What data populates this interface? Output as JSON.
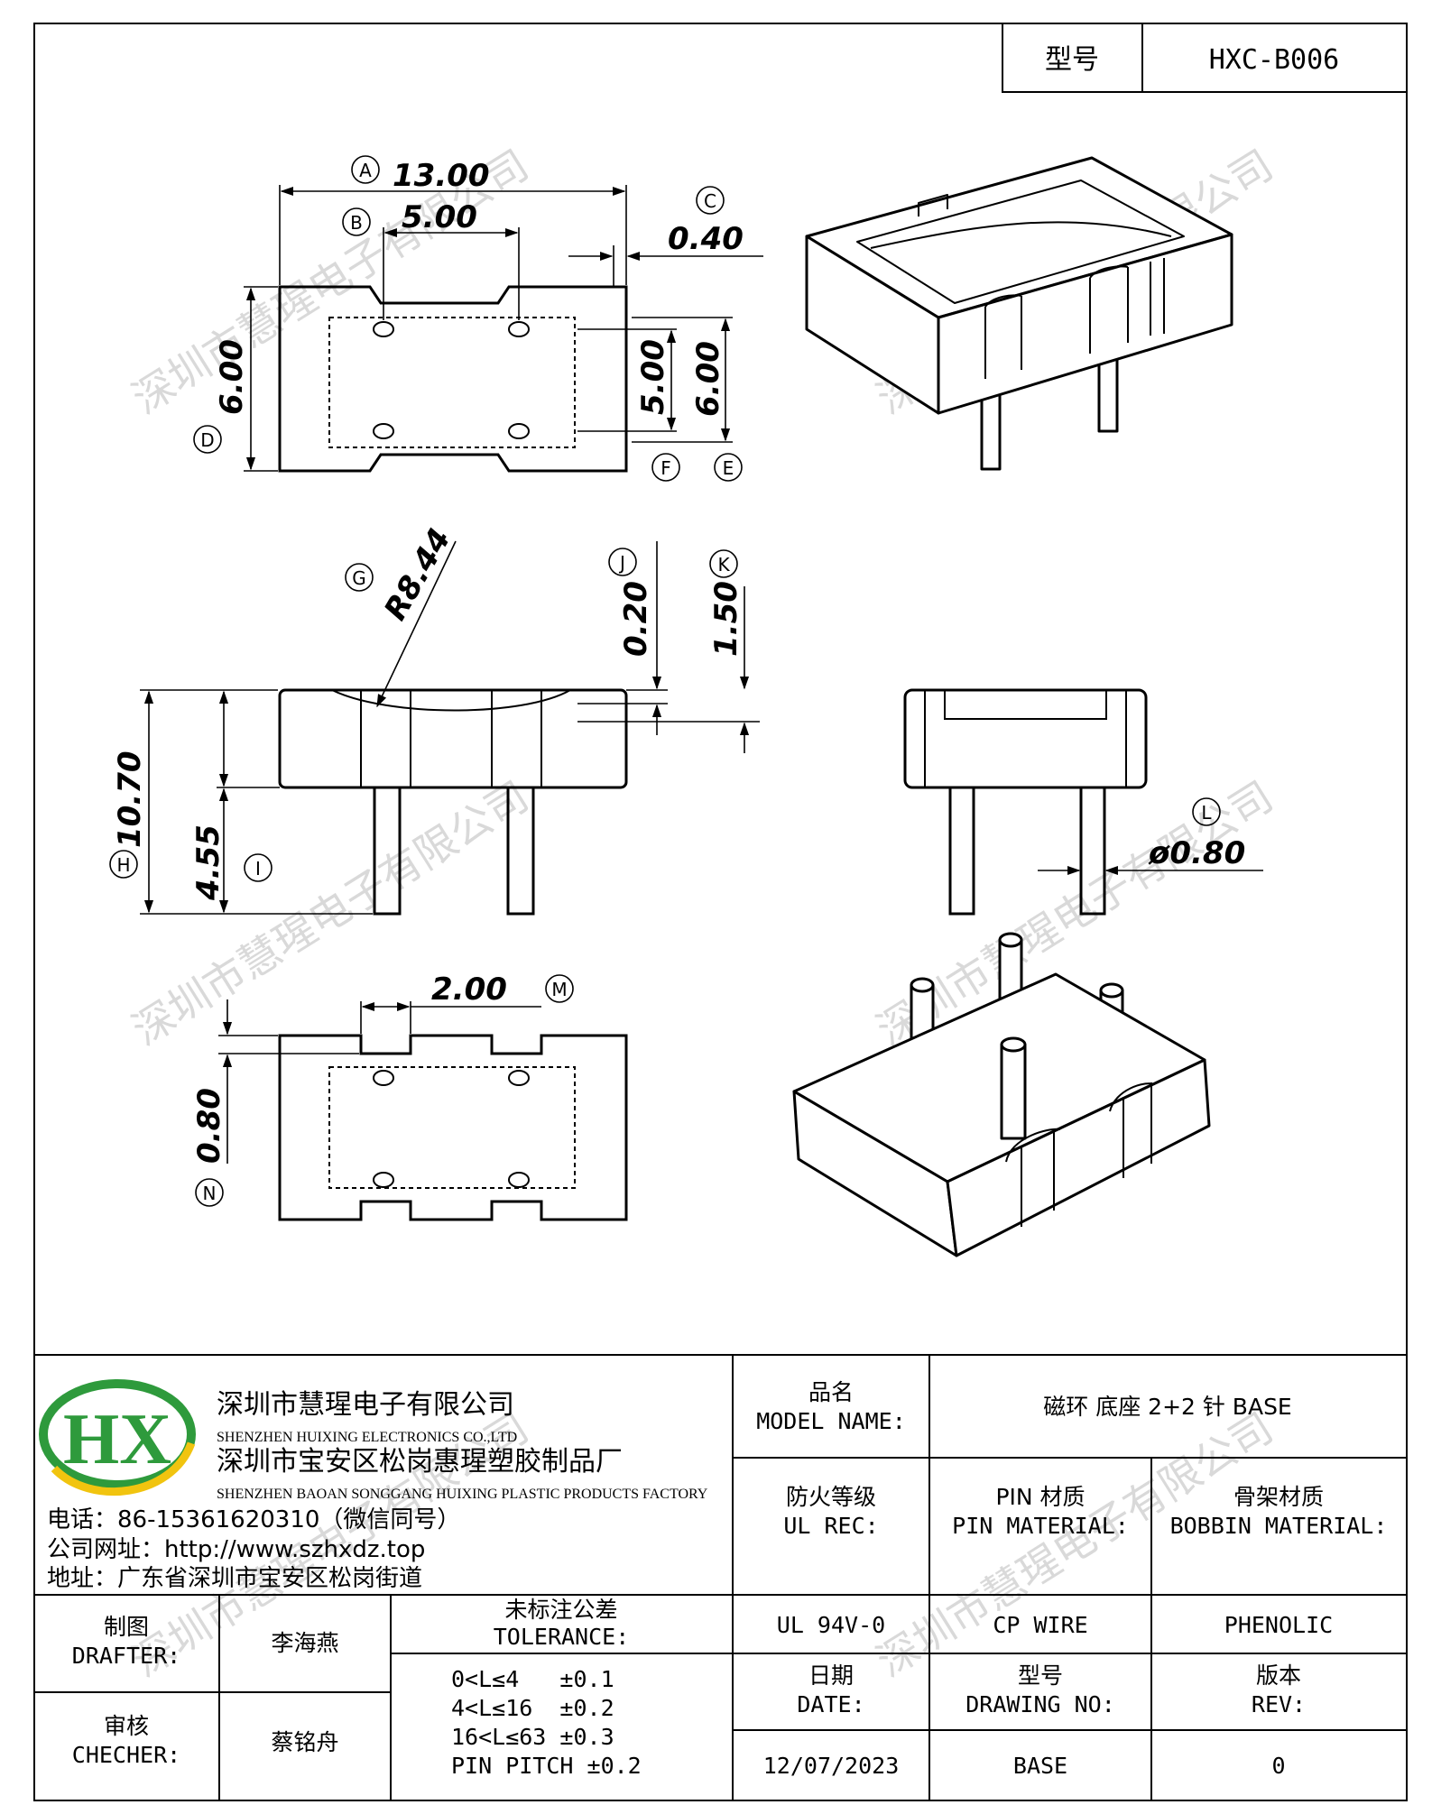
{
  "header": {
    "model_label": "型号",
    "model_value": "HXC-B006"
  },
  "company": {
    "name_cn": "深圳市慧瑆电子有限公司",
    "name_en": "SHENZHEN HUIXING ELECTRONICS CO.,LTD",
    "factory_cn": "深圳市宝安区松岗惠瑆塑胶制品厂",
    "factory_en": "SHENZHEN BAOAN SONGGANG HUIXING PLASTIC PRODUCTS FACTORY",
    "phone": "电话：86-15361620310（微信同号）",
    "website": "公司网址：http://www.szhxdz.top",
    "address": "地址：广东省深圳市宝安区松岗街道",
    "logo_text": "HX",
    "logo_green": "#2e9a3c",
    "logo_yellow": "#f1c40f"
  },
  "watermark": "深圳市慧瑆电子有限公司",
  "dimensions": {
    "A": "A",
    "A_val": "13.00",
    "B": "B",
    "B_val": "5.00",
    "C": "C",
    "C_val": "0.40",
    "D": "D",
    "D_val": "6.00",
    "E": "E",
    "E_val": "6.00",
    "F": "F",
    "F_val": "5.00",
    "G": "G",
    "G_val": "R8.44",
    "H": "H",
    "H_val": "10.70",
    "I": "I",
    "I_val": "4.55",
    "J": "J",
    "J_val": "0.20",
    "K": "K",
    "K_val": "1.50",
    "L": "L",
    "L_val": "ø0.80",
    "M": "M",
    "M_val": "2.00",
    "N": "N",
    "N_val": "0.80"
  },
  "table": {
    "model_name_label_cn": "品名",
    "model_name_label_en": "MODEL NAME:",
    "model_name_value": "磁环 底座 2+2 针 BASE",
    "ul_label_cn": "防火等级",
    "ul_label_en": "UL REC:",
    "pin_label_cn": "PIN 材质",
    "pin_label_en": "PIN MATERIAL:",
    "bobbin_label_cn": "骨架材质",
    "bobbin_label_en": "BOBBIN MATERIAL:",
    "ul_value": "UL 94V-0",
    "pin_value": "CP WIRE",
    "bobbin_value": "PHENOLIC",
    "drafter_cn": "制图",
    "drafter_en": "DRAFTER:",
    "drafter_name": "李海燕",
    "checker_cn": "审核",
    "checker_en": "CHECHER:",
    "checker_name": "蔡铭舟",
    "tol_label_cn": "未标注公差",
    "tol_label_en": "TOLERANCE:",
    "tol_lines": [
      "0<L≤4   ±0.1",
      "4<L≤16  ±0.2",
      "16<L≤63 ±0.3",
      "PIN PITCH ±0.2"
    ],
    "date_cn": "日期",
    "date_en": "DATE:",
    "drawing_cn": "型号",
    "drawing_en": "DRAWING NO:",
    "rev_cn": "版本",
    "rev_en": "REV:",
    "date_value": "12/07/2023",
    "drawing_value": "BASE",
    "rev_value": "0"
  }
}
